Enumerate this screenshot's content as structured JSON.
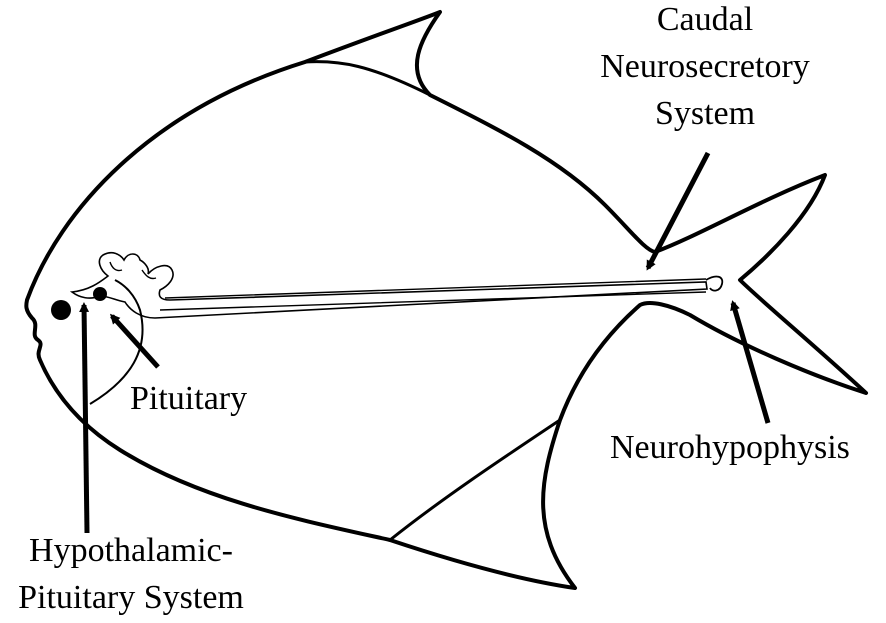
{
  "labels": {
    "caudal": [
      "Caudal",
      "Neurosecretory",
      "System"
    ],
    "pituitary": "Pituitary",
    "neurohypophysis": "Neurohypophysis",
    "hypothalamic": [
      "Hypothalamic-",
      "Pituitary System"
    ]
  },
  "colors": {
    "line": "#000000",
    "background": "#ffffff"
  }
}
